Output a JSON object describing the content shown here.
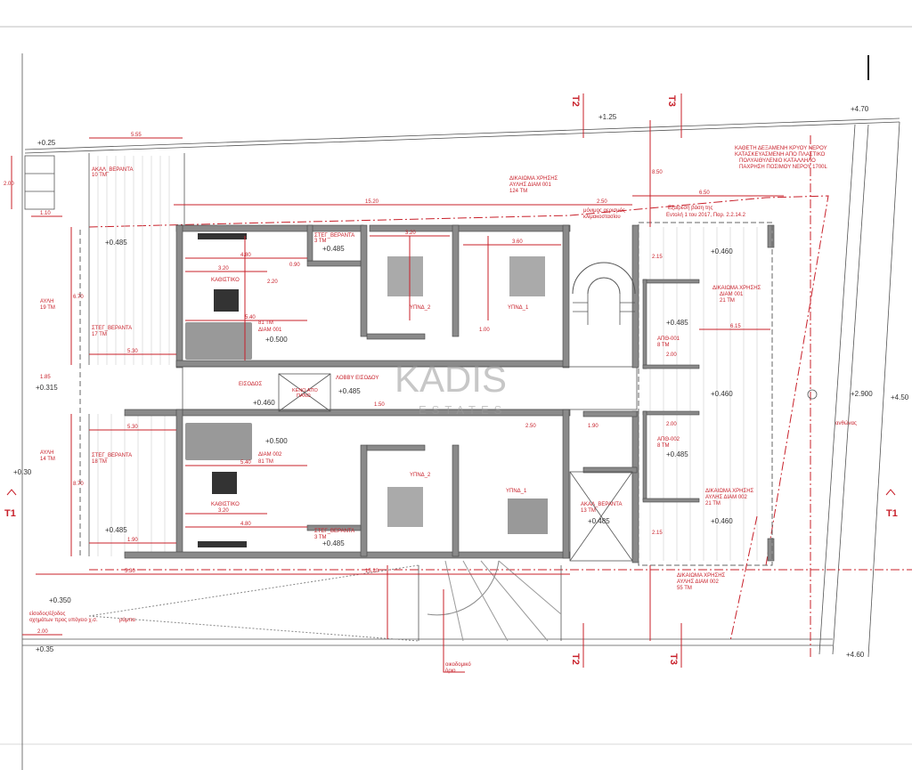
{
  "watermark": {
    "brand": "KADIS",
    "sub": "ESTATES"
  },
  "colors": {
    "annotation": "#c8202a",
    "walls": "#8a8a8a",
    "lines": "#555555"
  },
  "section_markers": {
    "t1": "T1",
    "t2": "T2",
    "t3": "T3"
  },
  "levels": {
    "nw": "+0.25",
    "top_mid": "+1.25",
    "ne": "+4.70",
    "veranda": "+0.485",
    "living": "+0.500",
    "patio": "+0.460",
    "corridor_left": "+0.315",
    "left": "+0.30",
    "ramp": "+0.350",
    "sw": "+0.35",
    "planter": "+2.900",
    "east": "+4.50",
    "se": "+4.60"
  },
  "labels": {
    "uncovered_veranda_1": [
      "ΑΚΑΛ_ΒΕΡΑΝΤΑ",
      "10 ΤΜ"
    ],
    "yard_1": [
      "ΑΥΛΗ",
      "19 ΤΜ"
    ],
    "covered_veranda_1": [
      "ΣΤΕΓ_ΒΕΡΑΝΤΑ",
      "17 ΤΜ"
    ],
    "living_1": "ΚΑΘΙΣΤΙΚΟ",
    "apt_1": [
      "81 ΤΜ",
      "ΔΙΑΜ 001"
    ],
    "small_veranda_1": [
      "ΣΤΕΓ_ΒΕΡΑΝΤΑ",
      "3 ΤΜ"
    ],
    "bedroom_2": "ΥΠΝΔ_2",
    "bedroom_1": "ΥΠΝΔ_1",
    "use_right_yard_1": [
      "ΔΙΚΑΙΩΜΑ ΧΡΗΣΗΣ",
      "ΑΥΛΗΣ ΔΙΑΜ 001",
      "124 ΤΜ"
    ],
    "water_tank": [
      "ΚΑΘΕΤΗ ΔΕΞΑΜΕΝΗ ΚΡΥΟΥ ΝΕΡΟΥ",
      "ΚΑΤΑΣΚΕΥΑΣΜΕΝΗ ΑΠΟ ΠΛΑΣΤΙΚΟ",
      "ΠΟΛΥΑΙΘΥΛΕΝΙΟ ΚΑΤΑΛΛΗΛΟ",
      "ΠΑΧΡΗΣΗ ΠΟΣΙΜΟΥ ΝΕΡΟΥ 1700L"
    ],
    "stair_vent": [
      "μόνιμος αερισμός",
      "κλιμακοστασίου"
    ],
    "exemption": [
      "Εξαίρεση βάση της",
      "Εντολή 1 του 2017, Παρ. 2.2.14.2"
    ],
    "use_right_2": [
      "ΔΙΚΑΙΩΜΑ ΧΡΗΣΗΣ",
      "ΔΙΑΜ 001",
      "21 ΤΜ"
    ],
    "storage_1": [
      "ΑΠΘ-001",
      "8 ΤΜ"
    ],
    "storage_2": [
      "ΑΠΘ-002",
      "8 ΤΜ"
    ],
    "use_right_3": [
      "ΔΙΚΑΙΩΜΑ ΧΡΗΣΗΣ",
      "ΑΥΛΗΣ ΔΙΑΜ 002",
      "21 ΤΜ"
    ],
    "use_right_4": [
      "ΔΙΚΑΙΩΜΑ ΧΡΗΣΗΣ",
      "ΑΥΛΗΣ ΔΙΑΜ 002",
      "55 ΤΜ"
    ],
    "planter": "ανθώνας",
    "uncovered_veranda_2": [
      "ΑΚΑΛ_ΒΕΡΑΝΤΑ",
      "13 ΤΜ"
    ],
    "entrance": "ΕΙΣΟΔΟΣ",
    "void": [
      "ΚΕΝΟ ΑΠΟ",
      "ΠΑΝΩ"
    ],
    "lobby": "ΛΟΒΒΥ ΕΙΣΟΔΟΥ",
    "yard_2": [
      "ΑΥΛΗ",
      "14 ΤΜ"
    ],
    "covered_veranda_2": [
      "ΣΤΕΓ_ΒΕΡΑΝΤΑ",
      "18 ΤΜ"
    ],
    "living_2": "ΚΑΘΙΣΤΙΚΟ",
    "apt_2": [
      "ΔΙΑΜ 002",
      "81 ΤΜ"
    ],
    "small_veranda_2": [
      "ΣΤΕΓ_ΒΕΡΑΝΤΑ",
      "3 ΤΜ"
    ],
    "bedroom_2b": "ΥΠΝΔ_2",
    "bedroom_1b": "ΥΠΝΔ_1",
    "vehicle_access": [
      "είσοδος/έξοδος",
      "οχημάτων προς υπόγειο χ.σ."
    ],
    "ramp": "ράμπα",
    "building_line": [
      "οικοδομικό",
      "όριο"
    ]
  },
  "dimensions": {
    "d555": "5.55",
    "d200": "2.00",
    "d110": "1.10",
    "d1520": "15.20",
    "d250": "2.50",
    "d650": "6.50",
    "d850": "8.50",
    "d670": "6.70",
    "d530": "5.30",
    "d185": "1.85",
    "d480": "4.80",
    "d320": "3.20",
    "d220": "2.20",
    "d540": "5.40",
    "d090": "0.90",
    "d360": "3.60",
    "d100": "1.00",
    "d615": "6.15",
    "d190": "1.90",
    "d150": "1.50",
    "d870": "8.70",
    "d215": "2.15"
  }
}
